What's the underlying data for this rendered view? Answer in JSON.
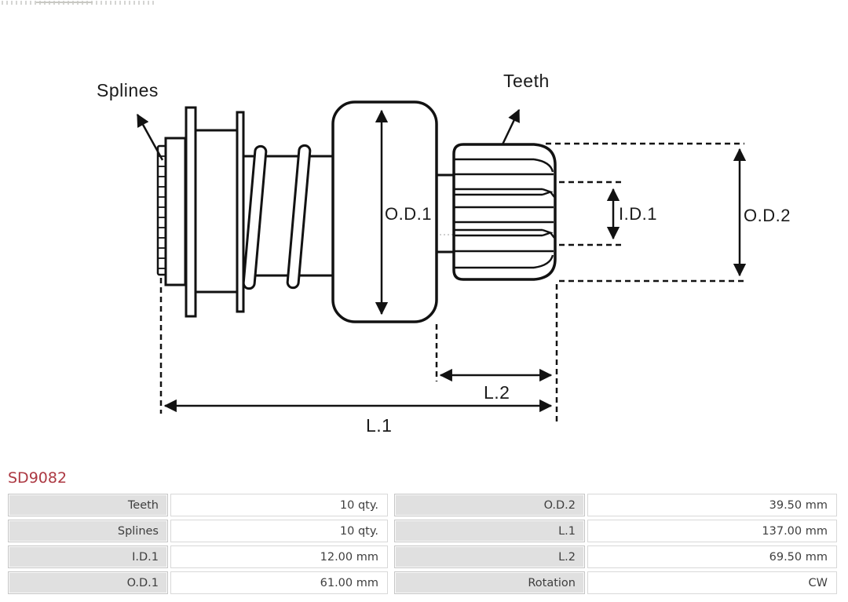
{
  "part_number": "SD9082",
  "diagram": {
    "labels": {
      "splines": "Splines",
      "teeth": "Teeth",
      "od1": "O.D.1",
      "id1": "I.D.1",
      "od2": "O.D.2",
      "l2": "L.2",
      "l1": "L.1"
    }
  },
  "specs": {
    "rows": [
      {
        "label": "Teeth",
        "value": "10 qty.",
        "label2": "O.D.2",
        "value2": "39.50 mm"
      },
      {
        "label": "Splines",
        "value": "10 qty.",
        "label2": "L.1",
        "value2": "137.00 mm"
      },
      {
        "label": "I.D.1",
        "value": "12.00 mm",
        "label2": "L.2",
        "value2": "69.50 mm"
      },
      {
        "label": "O.D.1",
        "value": "61.00 mm",
        "label2": "Rotation",
        "value2": "CW"
      }
    ]
  },
  "colors": {
    "accent": "#ac3842",
    "line": "#121212",
    "label_cell_bg": "#e0e0e0",
    "cell_border": "#c6c6c6",
    "table_text": "#3e3e3e"
  }
}
